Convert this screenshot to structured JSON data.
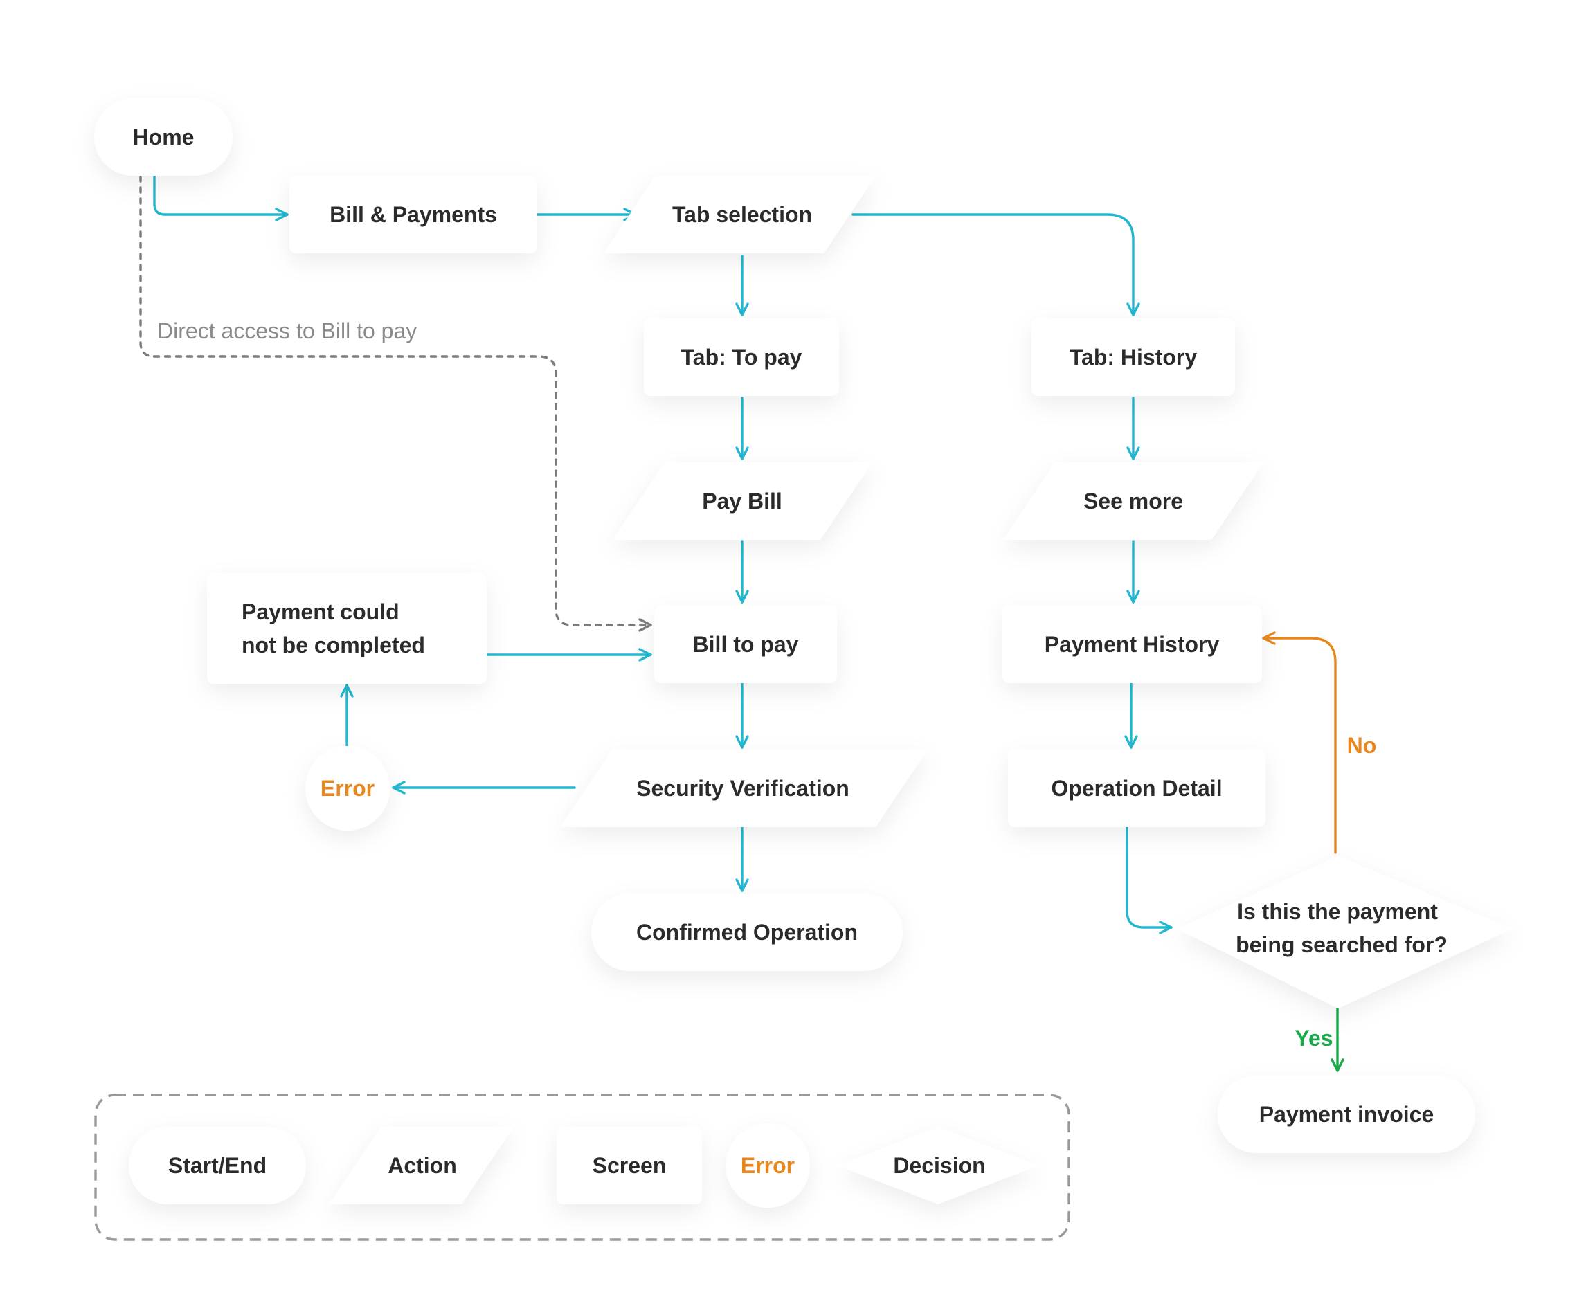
{
  "nodes": {
    "home": "Home",
    "bill_payments": "Bill & Payments",
    "tab_selection": "Tab selection",
    "tab_to_pay": "Tab: To pay",
    "tab_history": "Tab: History",
    "pay_bill": "Pay Bill",
    "see_more": "See more",
    "bill_to_pay": "Bill to pay",
    "payment_history": "Payment History",
    "payment_failed_line1": "Payment could",
    "payment_failed_line2": "not be completed",
    "security_verification": "Security Verification",
    "operation_detail": "Operation Detail",
    "error": "Error",
    "confirmed_operation": "Confirmed Operation",
    "decision_line1": "Is this the payment",
    "decision_line2": "being searched for?",
    "payment_invoice": "Payment invoice"
  },
  "edge_labels": {
    "direct_access": "Direct access to Bill to pay",
    "no": "No",
    "yes": "Yes"
  },
  "legend": {
    "start_end": "Start/End",
    "action": "Action",
    "screen": "Screen",
    "error": "Error",
    "decision": "Decision"
  },
  "colors": {
    "flow": "#21b8cf",
    "error": "#e8871e",
    "yes": "#1aa84a",
    "dashed": "#7c7c7c",
    "text": "#2b2b2b"
  }
}
